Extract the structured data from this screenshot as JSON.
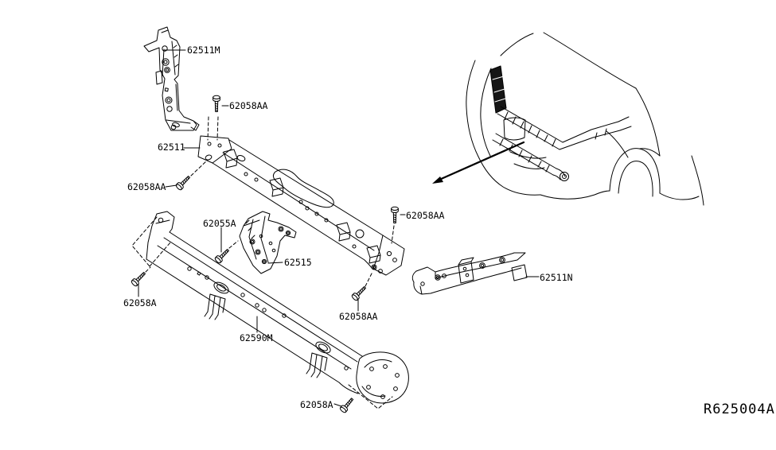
{
  "diagram": {
    "ref_code": "R625004A",
    "colors": {
      "background": "#ffffff",
      "line": "#000000"
    },
    "callouts": {
      "bracket_62511M": "62511M",
      "bolt_62058AA_top": "62058AA",
      "member_62511": "62511",
      "bolt_62058AA_left": "62058AA",
      "bolt_62055A": "62055A",
      "bolt_62058AA_right": "62058AA",
      "bracket_62515": "62515",
      "bracket_62511N": "62511N",
      "bolt_62058A_left": "62058A",
      "bolt_62058AA_mid": "62058AA",
      "member_62590M": "62590M",
      "bolt_62058A_bottom": "62058A"
    }
  }
}
